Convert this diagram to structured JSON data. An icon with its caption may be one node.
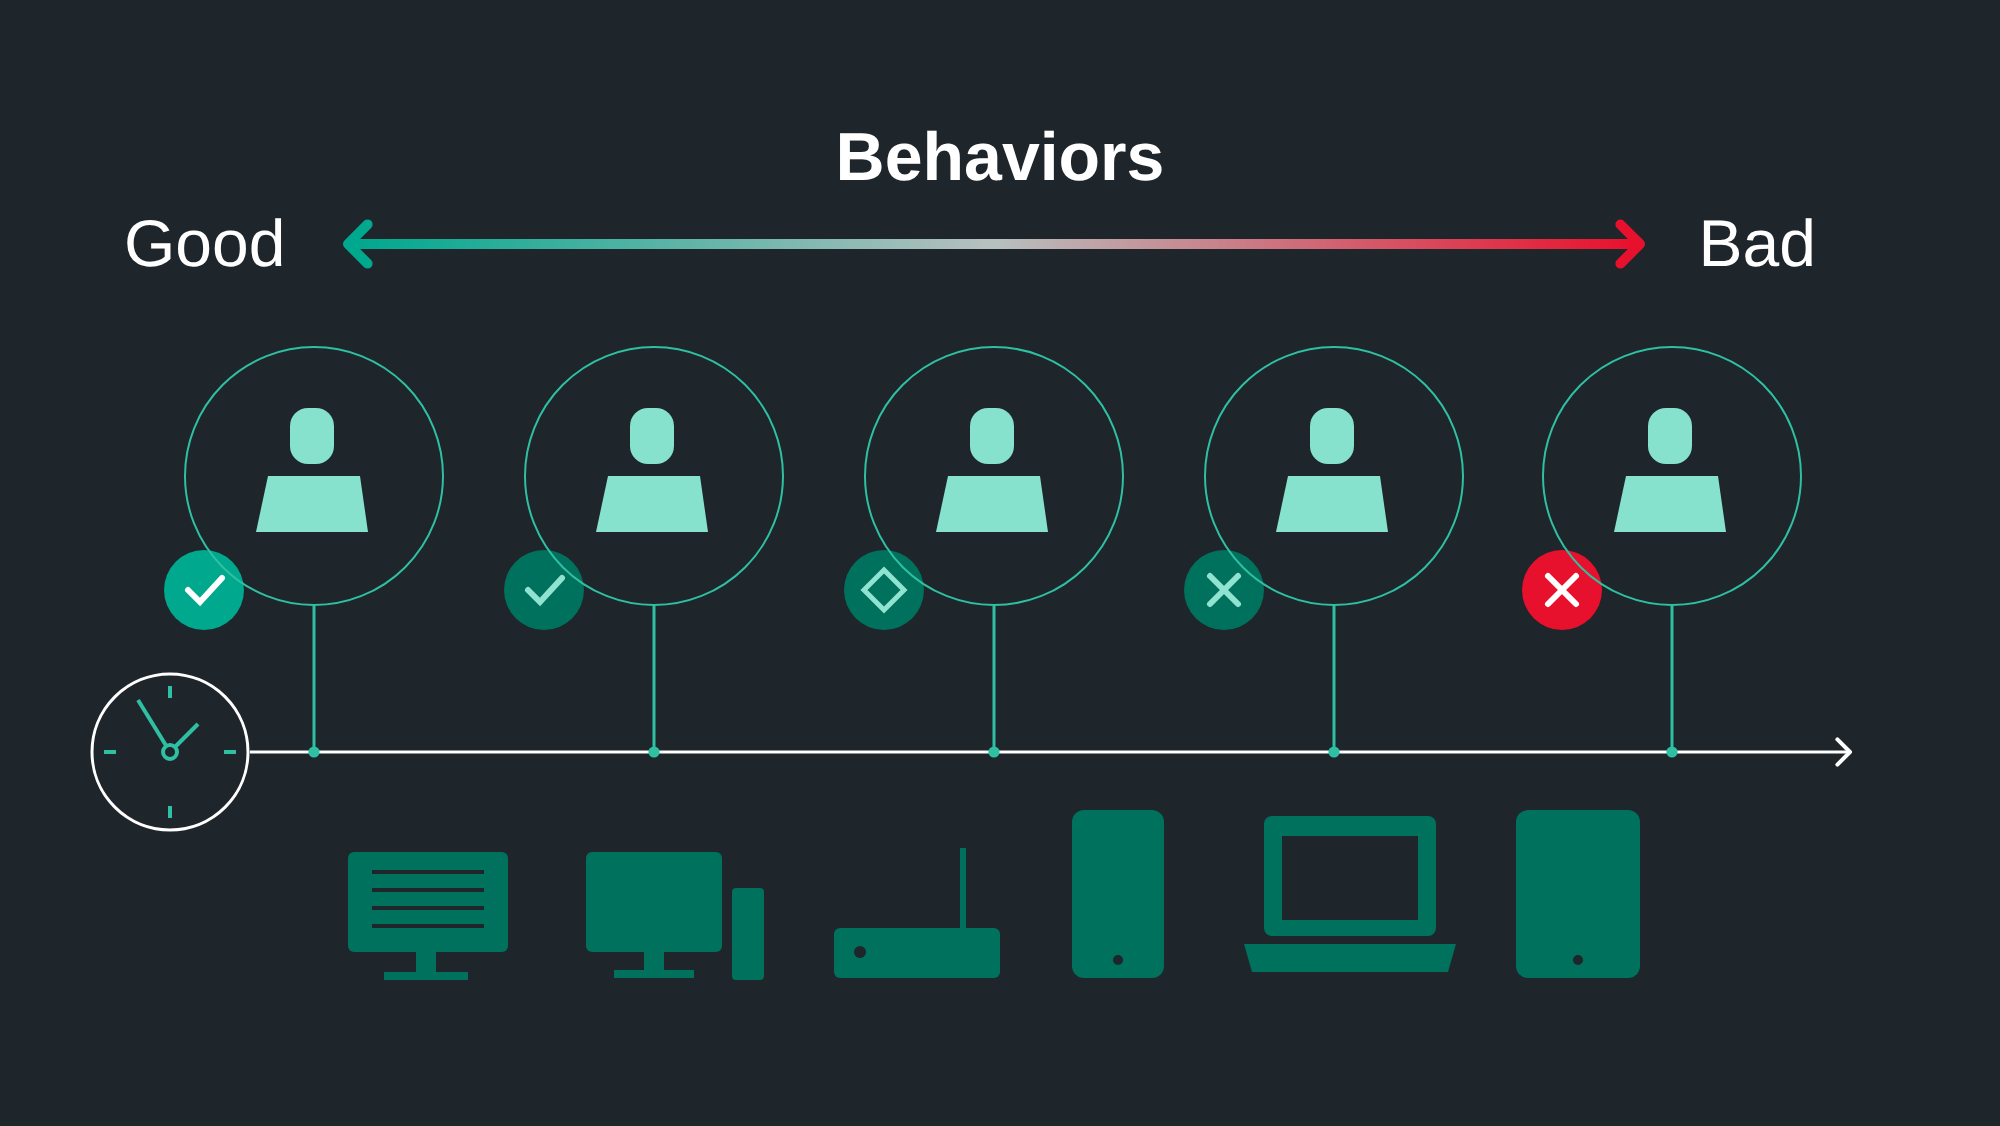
{
  "diagram": {
    "title": "Behaviors",
    "nodes": [
      {
        "text": [
          "Good"
        ]
      },
      {
        "text": [
          "Bad"
        ]
      },
      {
        "text": [],
        "shape": "circle"
      },
      {
        "text": [],
        "shape": "circle"
      },
      {
        "text": [],
        "shape": "circle"
      },
      {
        "text": [],
        "shape": "circle"
      },
      {
        "text": [],
        "shape": "circle"
      },
      {
        "text": [],
        "shape": "picture"
      }
    ],
    "edges": [
      {
        "from": 0,
        "to": 1,
        "arrow": "both"
      },
      {
        "from": 7,
        "to": null,
        "arrow": "to",
        "color": "#ffffff"
      },
      {
        "from": 2,
        "to": null,
        "arrow": "other"
      },
      {
        "from": 3,
        "to": null,
        "arrow": "other"
      },
      {
        "from": 4,
        "to": null,
        "arrow": "other"
      },
      {
        "from": 5,
        "to": null,
        "arrow": "other"
      },
      {
        "from": 6,
        "to": null,
        "arrow": "other"
      }
    ]
  }
}
